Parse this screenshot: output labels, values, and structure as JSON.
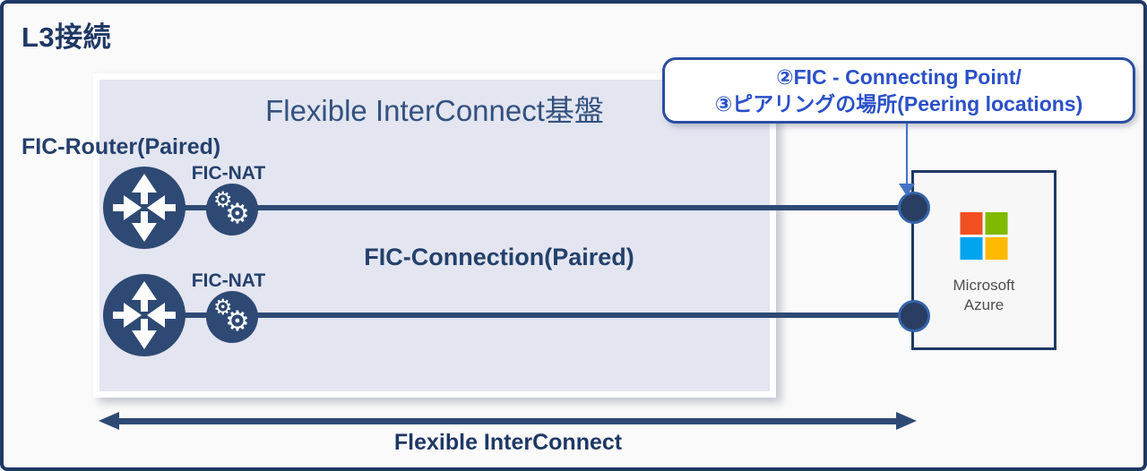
{
  "title": "L3接続",
  "platform": {
    "title": "Flexible InterConnect基盤"
  },
  "router_group": {
    "label": "FIC-Router(Paired)"
  },
  "nat": {
    "label": "FIC-NAT"
  },
  "connection": {
    "label": "FIC-Connection(Paired)"
  },
  "callout": {
    "line1": "②FIC - Connecting Point/",
    "line2": "③ピアリングの場所(Peering locations)"
  },
  "azure": {
    "line1": "Microsoft",
    "line2": "Azure"
  },
  "bottom": {
    "label": "Flexible InterConnect"
  },
  "icons": {
    "router": "router-icon",
    "nat": "gear-icon",
    "microsoft": "microsoft-logo"
  },
  "colors": {
    "border_navy": "#1F3864",
    "shape_navy": "#2E4A74",
    "platform_fill": "#E3E5F1",
    "callout_text_blue": "#2B50C8",
    "callout_border_blue": "#2B4DA2",
    "arrow_blue": "#4472C4",
    "connect_point_fill": "#293E62",
    "connect_point_ring": "#3463A8",
    "ms_red": "#F25022",
    "ms_green": "#7FBA00",
    "ms_blue": "#00A4EF",
    "ms_yellow": "#FFB900"
  }
}
